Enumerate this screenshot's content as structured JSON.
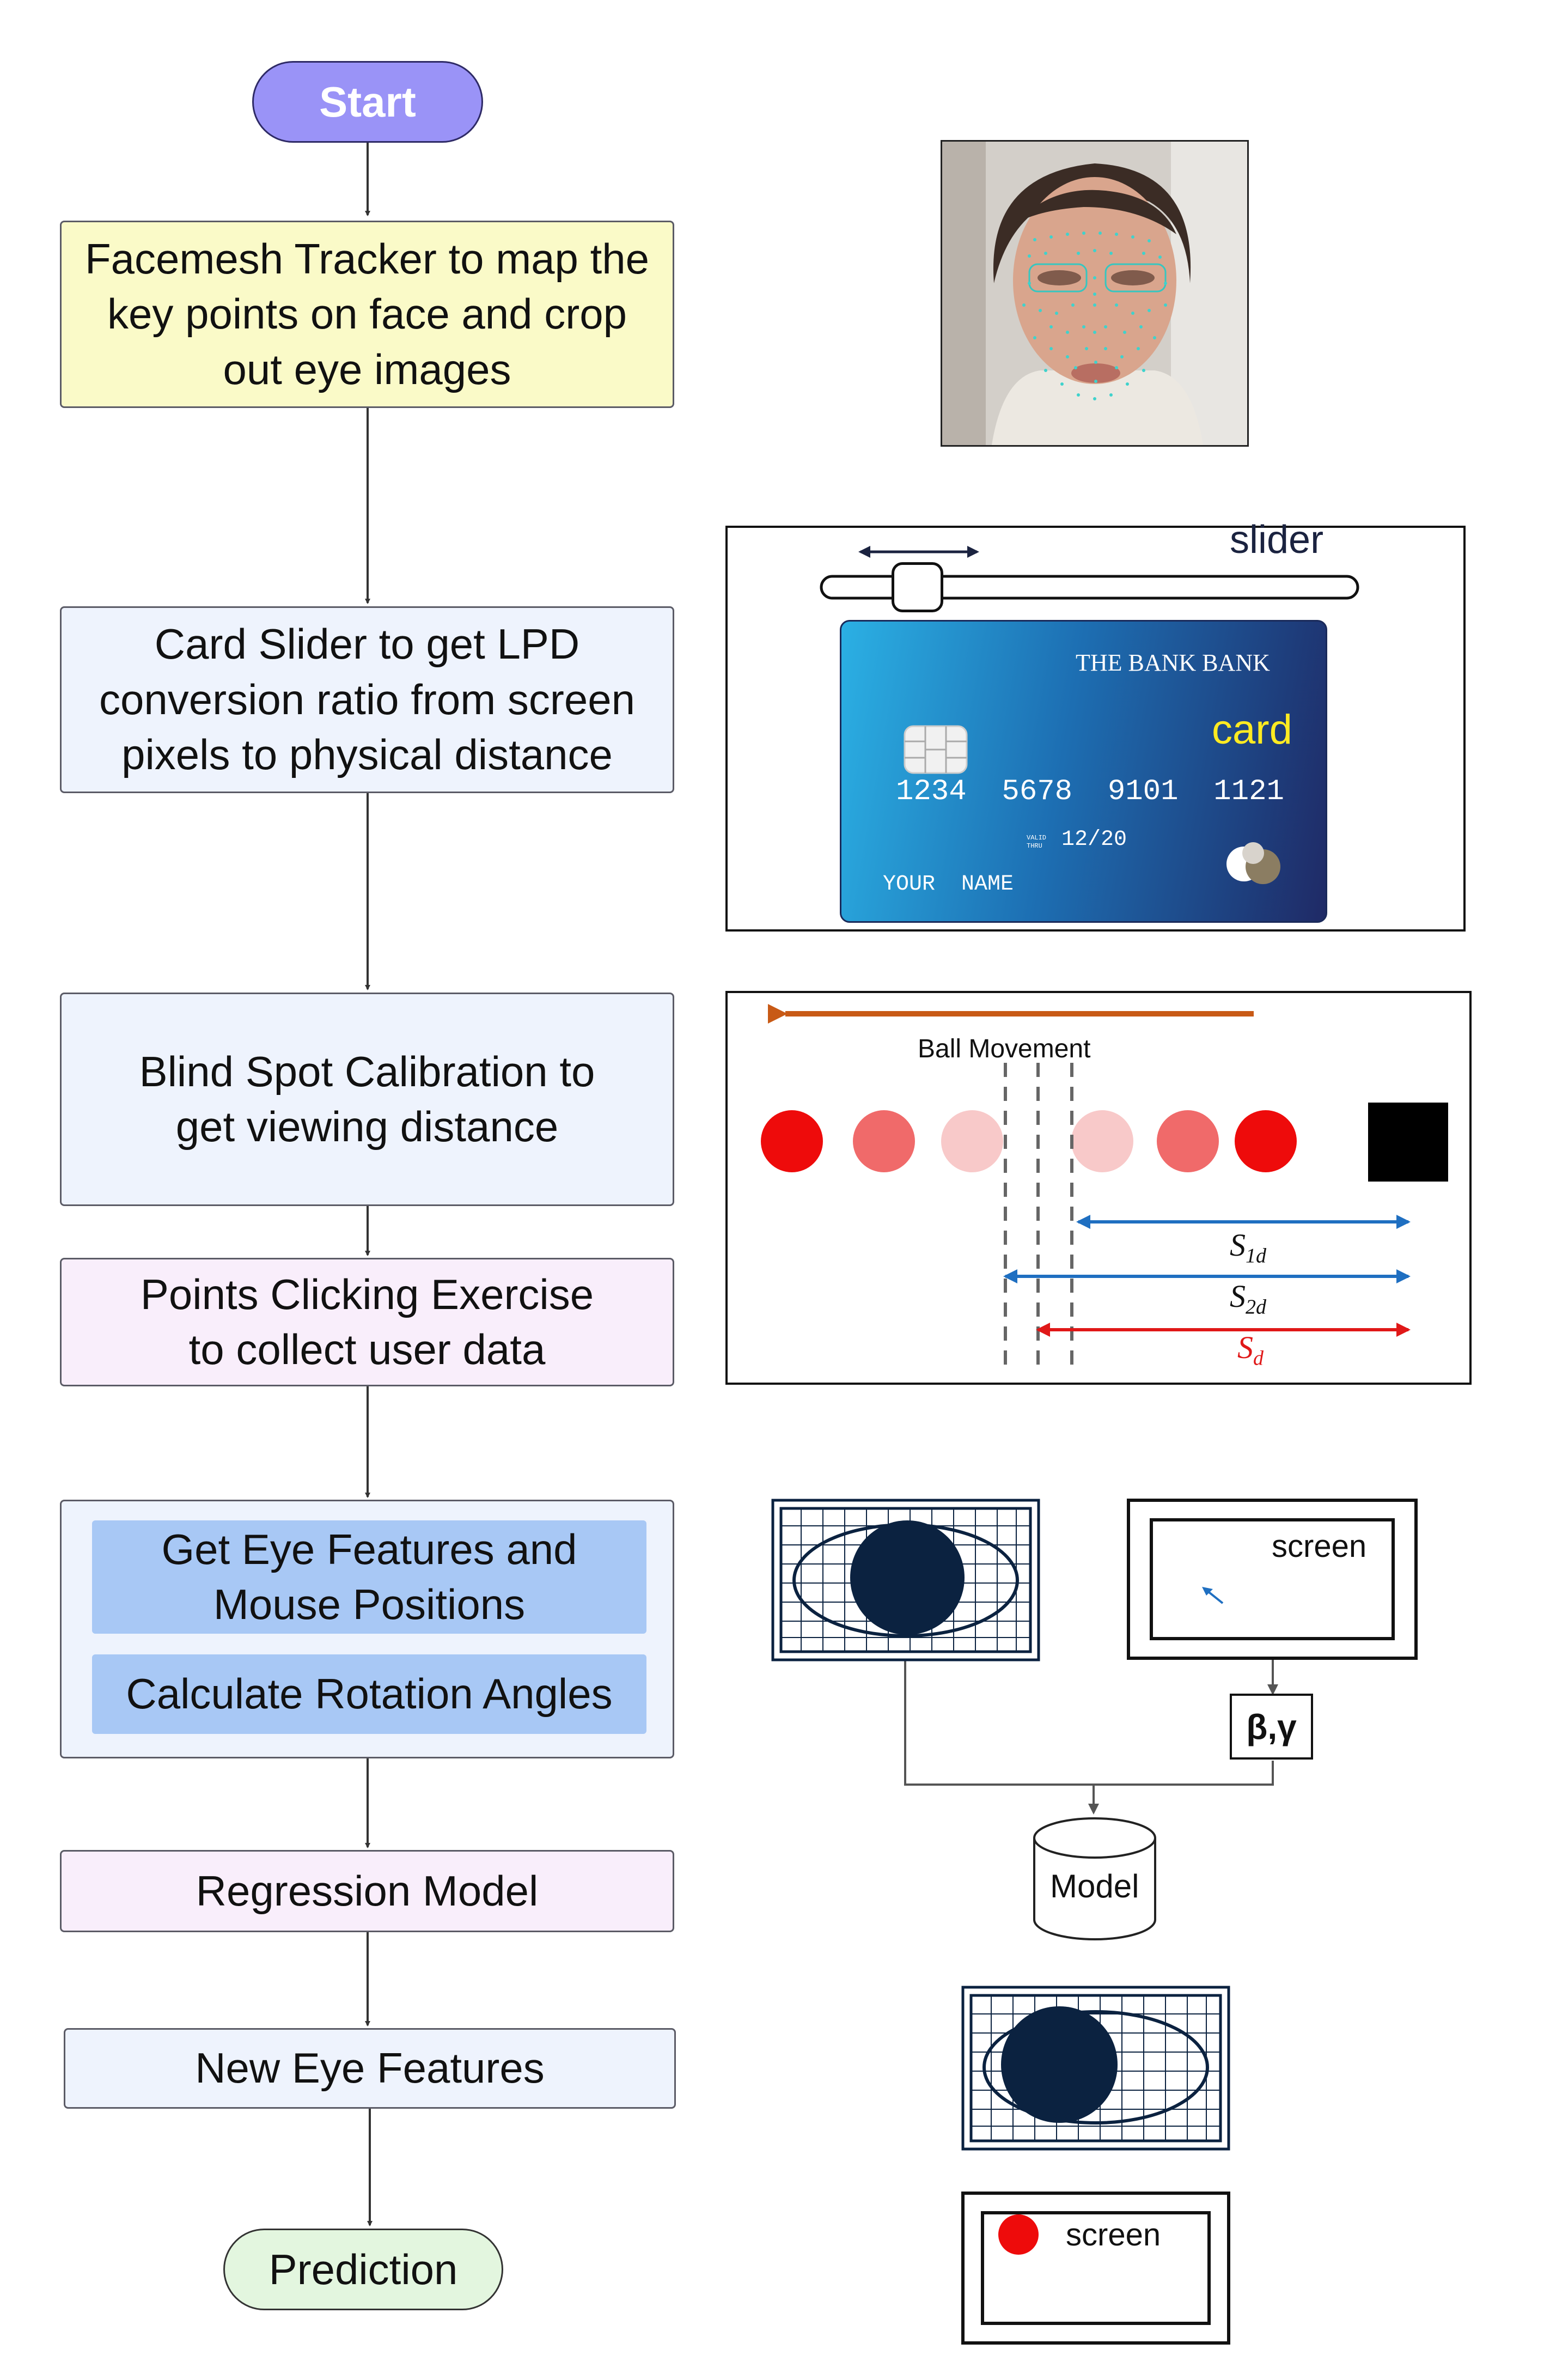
{
  "flow": {
    "start": "Start",
    "step1": "Facemesh Tracker to map the key points on face and crop out eye images",
    "step2": "Card Slider to get LPD conversion ratio from screen pixels to physical distance",
    "step3": "Blind Spot Calibration to get viewing distance",
    "step4": "Points Clicking Exercise to collect user data",
    "step5a": "Get Eye Features and Mouse Positions",
    "step5b": "Calculate Rotation Angles",
    "step6": "Regression Model",
    "step7": "New Eye Features",
    "end": "Prediction"
  },
  "card_panel": {
    "slider_label": "slider",
    "bank_name": "THE BANK BANK",
    "card_label": "card",
    "card_number": "1234  5678  9101  1121",
    "valid_label_1": "VALID",
    "valid_label_2": "THRU",
    "expiry": "12/20",
    "holder": "YOUR  NAME"
  },
  "blind_panel": {
    "title": "Ball Movement",
    "s1d_main": "S",
    "s1d_sub": "1d",
    "s2d_main": "S",
    "s2d_sub": "2d",
    "sd_main": "S",
    "sd_sub": "d"
  },
  "model_panel": {
    "screen_label": "screen",
    "angles_label": "β,γ",
    "model_label": "Model",
    "prediction_screen_label": "screen"
  },
  "colors": {
    "start_fill": "#9a93f7",
    "step1_fill": "#fafac8",
    "blue_fill": "#eef3fd",
    "pink_fill": "#f9eefb",
    "inner_fill": "#a8c8f5",
    "end_fill": "#e3f6df",
    "arrow_orange": "#c85a16",
    "arrow_blue": "#1f6fc1",
    "arrow_red": "#e01818",
    "card_yellow": "#ffeb22",
    "eye_navy": "#0b2240"
  }
}
